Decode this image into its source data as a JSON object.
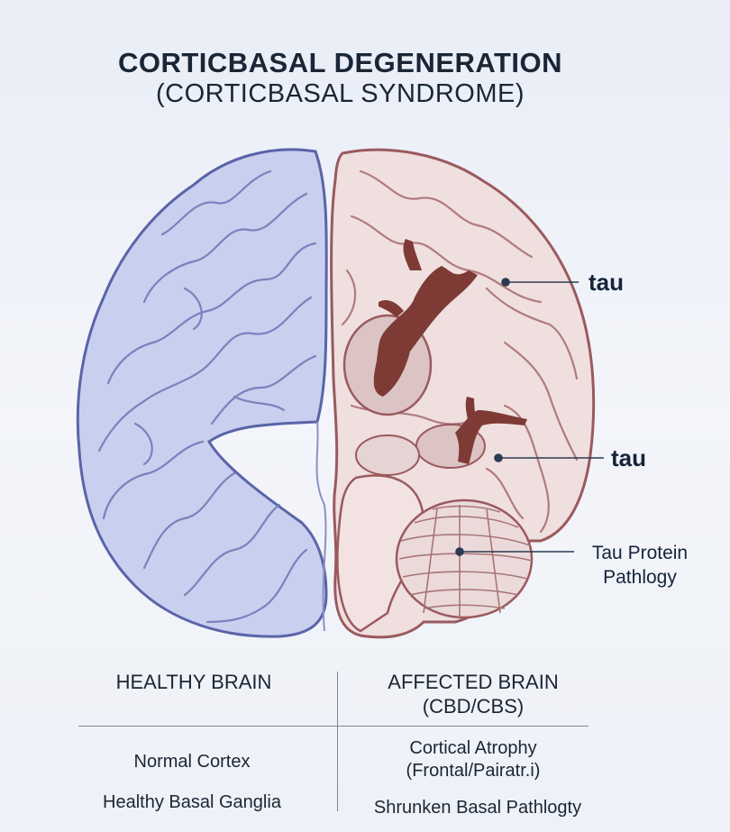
{
  "title": "CORTICBASAL DEGENERATION",
  "subtitle": "(CORTICBASAL SYNDROME)",
  "labels": {
    "tau_upper": "tau",
    "tau_lower": "tau",
    "tau_protein": "Tau Protein Pathlogy"
  },
  "table": {
    "headers": [
      "HEALTHY BRAIN",
      "AFFECTED BRAIN (CBD/CBS)"
    ],
    "healthy_rows": [
      "Normal Cortex",
      "Healthy Basal Ganglia"
    ],
    "affected_rows": [
      "Cortical Atrophy (Frontal/Pairatr.i)",
      "Shrunken Basal Pathlogty"
    ]
  },
  "colors": {
    "healthy_fill": "#c9cfee",
    "healthy_stroke": "#5a64a8",
    "affected_fill": "#f0dfdf",
    "affected_stroke": "#9a5a5e",
    "tau_deposit": "#7e3b36"
  }
}
